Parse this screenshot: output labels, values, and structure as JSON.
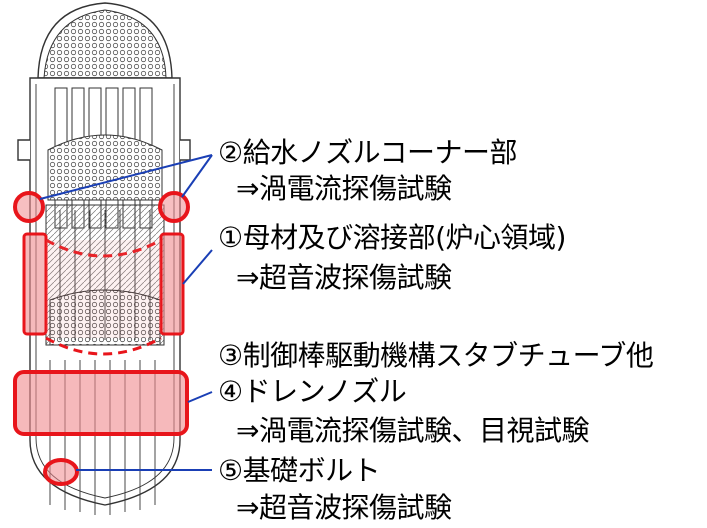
{
  "labels": {
    "item2": "②給水ノズルコーナー部",
    "item2_method": "⇒渦電流探傷試験",
    "item1": "①母材及び溶接部(炉心領域)",
    "item1_method": "⇒超音波探傷試験",
    "item3": "③制御棒駆動機構スタブチューブ他",
    "item4": "④ドレンノズル",
    "item34_method": "⇒渦電流探傷試験、目視試験",
    "item5": "⑤基礎ボルト",
    "item5_method": "⇒超音波探傷試験"
  },
  "colors": {
    "highlight_stroke": "#e8151b",
    "highlight_fill": "#f08a8e",
    "leader_line": "#1a3fb5",
    "vessel_line": "#333333"
  }
}
